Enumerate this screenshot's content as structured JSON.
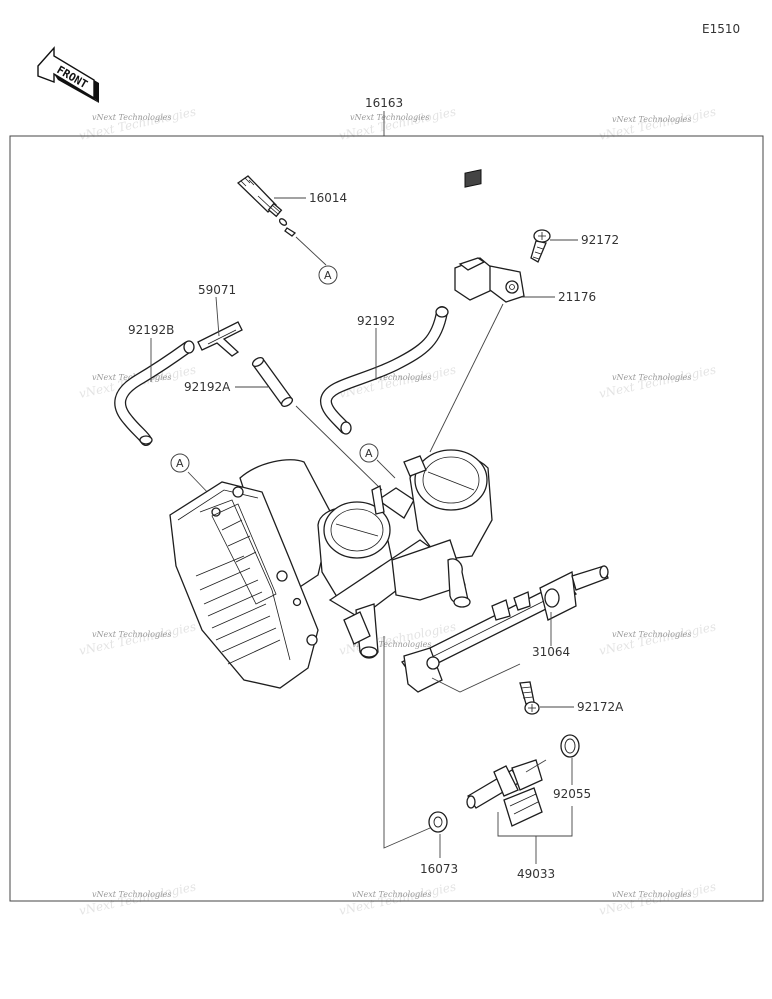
{
  "diagram_code": "E1510",
  "front_label": "FRONT",
  "assembly_label": "16163",
  "watermark_text": "vNext Technologies",
  "parts": {
    "p16014": "16014",
    "p92172": "92172",
    "p21176": "21176",
    "p59071": "59071",
    "p92192B": "92192B",
    "p92192": "92192",
    "p92192A": "92192A",
    "p31064": "31064",
    "p92172A": "92172A",
    "p92055": "92055",
    "p16073": "16073",
    "p49033": "49033"
  },
  "refs": {
    "a1": "A",
    "a2": "A",
    "a3": "A"
  }
}
